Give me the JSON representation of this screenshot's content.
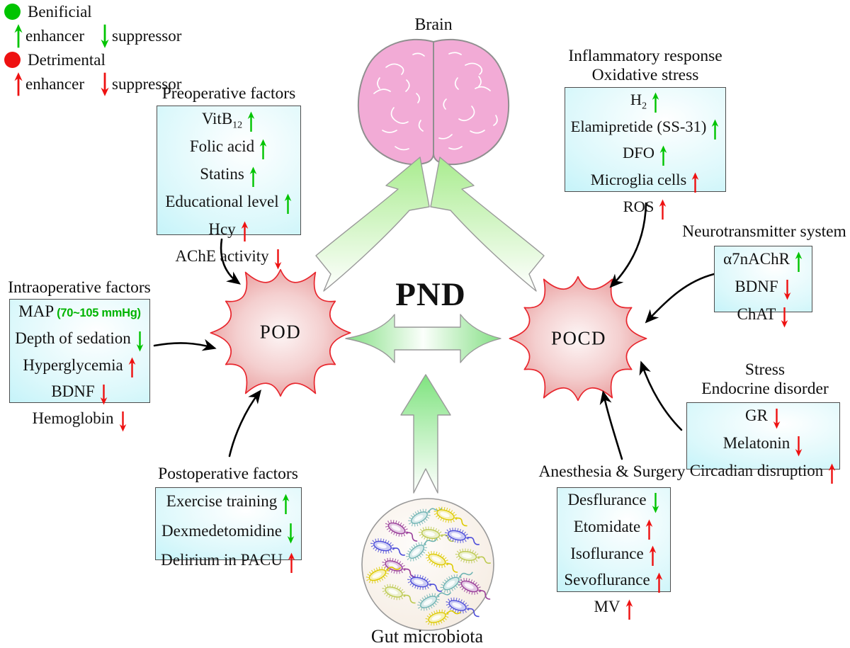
{
  "figure": {
    "pnd": "PND",
    "pod": "POD",
    "pocd": "POCD",
    "brain_label": "Brain",
    "gut_label": "Gut microbiota"
  },
  "legend": {
    "beneficial_label": "Benificial",
    "beneficial_enhancer": "enhancer",
    "beneficial_suppressor": "suppressor",
    "detrimental_label": "Detrimental",
    "detrimental_enhancer": "enhancer",
    "detrimental_suppressor": "suppressor"
  },
  "boxes": {
    "preoperative": {
      "title": "Preoperative factors",
      "items": [
        {
          "label": "VitB",
          "sub": "12",
          "dir": "up",
          "tone": "good"
        },
        {
          "label": "Folic acid",
          "dir": "up",
          "tone": "good"
        },
        {
          "label": "Statins",
          "dir": "up",
          "tone": "good"
        },
        {
          "label": "Educational level",
          "dir": "up",
          "tone": "good"
        },
        {
          "label": "Hcy",
          "dir": "up",
          "tone": "bad"
        },
        {
          "label": "AChE activity",
          "dir": "down",
          "tone": "bad"
        }
      ]
    },
    "intraoperative": {
      "title": "Intraoperative factors",
      "items": [
        {
          "label": "MAP",
          "note": "(70~105 mmHg)"
        },
        {
          "label": "Depth of sedation",
          "dir": "down",
          "tone": "good"
        },
        {
          "label": "Hyperglycemia",
          "dir": "up",
          "tone": "bad"
        },
        {
          "label": "BDNF",
          "dir": "down",
          "tone": "bad"
        },
        {
          "label": "Hemoglobin",
          "dir": "down",
          "tone": "bad"
        }
      ]
    },
    "postoperative": {
      "title": "Postoperative factors",
      "items": [
        {
          "label": "Exercise training",
          "dir": "up",
          "tone": "good"
        },
        {
          "label": "Dexmedetomidine",
          "dir": "down",
          "tone": "good"
        },
        {
          "label": "Delirium in PACU",
          "dir": "up",
          "tone": "bad"
        }
      ]
    },
    "inflammatory": {
      "title_line1": "Inflammatory response",
      "title_line2": "Oxidative stress",
      "items": [
        {
          "label": "H",
          "sub": "2",
          "dir": "up",
          "tone": "good"
        },
        {
          "label": "Elamipretide (SS-31)",
          "dir": "up",
          "tone": "good"
        },
        {
          "label": "DFO",
          "dir": "up",
          "tone": "good"
        },
        {
          "label": "Microglia cells",
          "dir": "up",
          "tone": "bad"
        },
        {
          "label": "ROS",
          "dir": "up",
          "tone": "bad"
        }
      ]
    },
    "neurotransmitter": {
      "title": "Neurotransmitter system",
      "items": [
        {
          "label": "α7nAChR",
          "dir": "up",
          "tone": "good"
        },
        {
          "label": "BDNF",
          "dir": "down",
          "tone": "bad"
        },
        {
          "label": "ChAT",
          "dir": "down",
          "tone": "bad"
        }
      ]
    },
    "stress": {
      "title_line1": "Stress",
      "title_line2": "Endocrine disorder",
      "items": [
        {
          "label": "GR",
          "dir": "down",
          "tone": "bad"
        },
        {
          "label": "Melatonin",
          "dir": "down",
          "tone": "bad"
        },
        {
          "label": "Circadian disruption",
          "dir": "up",
          "tone": "bad"
        }
      ]
    },
    "anesthesia": {
      "title": "Anesthesia & Surgery",
      "items": [
        {
          "label": "Desflurance",
          "dir": "down",
          "tone": "good"
        },
        {
          "label": "Etomidate",
          "dir": "up",
          "tone": "bad"
        },
        {
          "label": "Isoflurance",
          "dir": "up",
          "tone": "bad"
        },
        {
          "label": "Sevoflurance",
          "dir": "up",
          "tone": "bad"
        },
        {
          "label": "MV",
          "dir": "up",
          "tone": "bad"
        }
      ]
    }
  },
  "colors": {
    "good": "#00c400",
    "bad": "#ee1111",
    "note_green": "#00b400",
    "box_bg": "#a6edf6",
    "box_border": "#4d4d4d",
    "starburst_stroke": "#e8262d",
    "brain_fill": "#f2abd6",
    "green_arrow": "#8ce08c"
  },
  "gut": {
    "microbe_colors": [
      "#993d99",
      "#ddca00",
      "#4d4dd9",
      "#6fb3b3",
      "#bcc94f"
    ]
  }
}
